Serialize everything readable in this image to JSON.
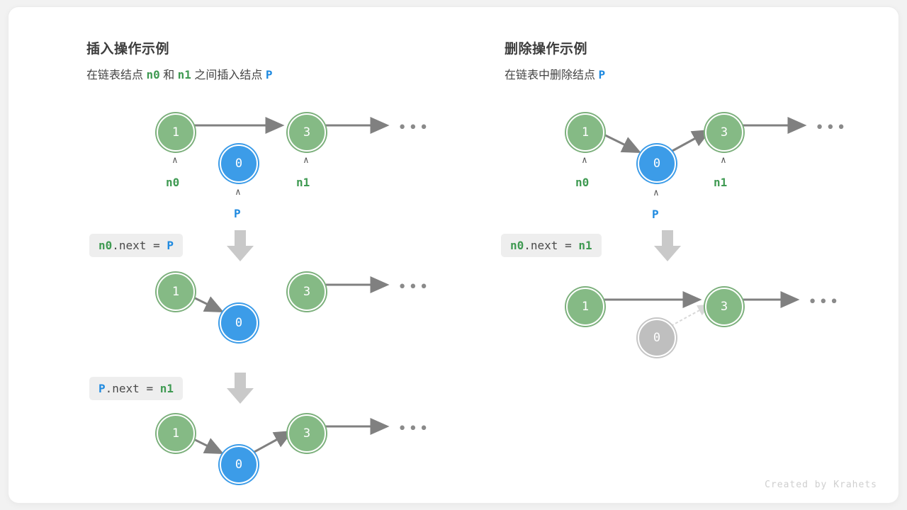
{
  "credit": "Created by Krahets",
  "colors": {
    "node_green": "#85ba85",
    "node_blue": "#3c9ce8",
    "node_grey": "#bfbfbf",
    "arrow": "#808080",
    "arrow_faded": "#d8d8d8",
    "chip_bg": "#eeeeee",
    "text_green": "#3f9a52",
    "text_blue": "#1f8ae0",
    "down_arrow": "#c9c9c9",
    "canvas": "#ffffff"
  },
  "panels": [
    {
      "id": "insert",
      "title": "插入操作示例",
      "subtitle": {
        "part1": "在链表结点",
        "ref1": "n0",
        "part2": "和",
        "ref2": "n1",
        "part3": "之间插入结点",
        "ref3": "P"
      },
      "steps": [
        {
          "id": "insert-step-0",
          "chip": null,
          "nodes": [
            {
              "name": "node-n0",
              "value": "1",
              "color": "green",
              "label": "n0",
              "caret": "∧"
            },
            {
              "name": "node-p",
              "value": "0",
              "color": "blue",
              "label": "P",
              "caret": "∧"
            },
            {
              "name": "node-n1",
              "value": "3",
              "color": "green",
              "label": "n1",
              "caret": "∧"
            }
          ],
          "ellipsis": "•••"
        },
        {
          "id": "insert-step-1",
          "chip": {
            "tokens": [
              {
                "t": "n0",
                "c": "green"
              },
              {
                "t": ".next = ",
                "c": "gray"
              },
              {
                "t": "P",
                "c": "blue"
              }
            ]
          },
          "nodes": [
            {
              "name": "node-n0",
              "value": "1",
              "color": "green",
              "label": "",
              "caret": ""
            },
            {
              "name": "node-p",
              "value": "0",
              "color": "blue",
              "label": "",
              "caret": ""
            },
            {
              "name": "node-n1",
              "value": "3",
              "color": "green",
              "label": "",
              "caret": ""
            }
          ],
          "ellipsis": "•••"
        },
        {
          "id": "insert-step-2",
          "chip": {
            "tokens": [
              {
                "t": "P",
                "c": "blue"
              },
              {
                "t": ".next = ",
                "c": "gray"
              },
              {
                "t": "n1",
                "c": "green"
              }
            ]
          },
          "nodes": [
            {
              "name": "node-n0",
              "value": "1",
              "color": "green",
              "label": "",
              "caret": ""
            },
            {
              "name": "node-p",
              "value": "0",
              "color": "blue",
              "label": "",
              "caret": ""
            },
            {
              "name": "node-n1",
              "value": "3",
              "color": "green",
              "label": "",
              "caret": ""
            }
          ],
          "ellipsis": "•••"
        }
      ]
    },
    {
      "id": "delete",
      "title": "删除操作示例",
      "subtitle": {
        "part1": "在链表中删除结点",
        "ref1": "P"
      },
      "steps": [
        {
          "id": "delete-step-0",
          "chip": null,
          "nodes": [
            {
              "name": "node-n0",
              "value": "1",
              "color": "green",
              "label": "n0",
              "caret": "∧"
            },
            {
              "name": "node-p",
              "value": "0",
              "color": "blue",
              "label": "P",
              "caret": "∧"
            },
            {
              "name": "node-n1",
              "value": "3",
              "color": "green",
              "label": "n1",
              "caret": "∧"
            }
          ],
          "ellipsis": "•••"
        },
        {
          "id": "delete-step-1",
          "chip": {
            "tokens": [
              {
                "t": "n0",
                "c": "green"
              },
              {
                "t": ".next = ",
                "c": "gray"
              },
              {
                "t": "n1",
                "c": "green"
              }
            ]
          },
          "nodes": [
            {
              "name": "node-n0",
              "value": "1",
              "color": "green",
              "label": "",
              "caret": ""
            },
            {
              "name": "node-p",
              "value": "0",
              "color": "grey",
              "label": "",
              "caret": ""
            },
            {
              "name": "node-n1",
              "value": "3",
              "color": "green",
              "label": "",
              "caret": ""
            }
          ],
          "ellipsis": "•••"
        }
      ]
    }
  ]
}
